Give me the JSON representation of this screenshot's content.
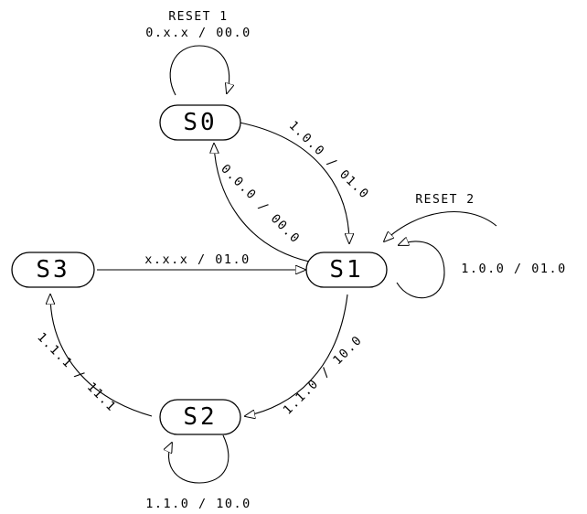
{
  "states": {
    "s0": "S0",
    "s1": "S1",
    "s2": "S2",
    "s3": "S3"
  },
  "resets": {
    "reset1": "RESET 1",
    "reset2": "RESET 2"
  },
  "transitions": {
    "s0_self": "0.x.x / 00.0",
    "s0_to_s1": "1.0.0 / 01.0",
    "s1_to_s0": "0.0.0 / 00.0",
    "s1_self": "1.0.0 / 01.0",
    "s3_to_s1": "x.x.x / 01.0",
    "s1_to_s2": "1.1.0 / 10.0",
    "s2_to_s3": "1.1.1 / 11.1",
    "s2_self": "1.1.0 / 10.0"
  }
}
